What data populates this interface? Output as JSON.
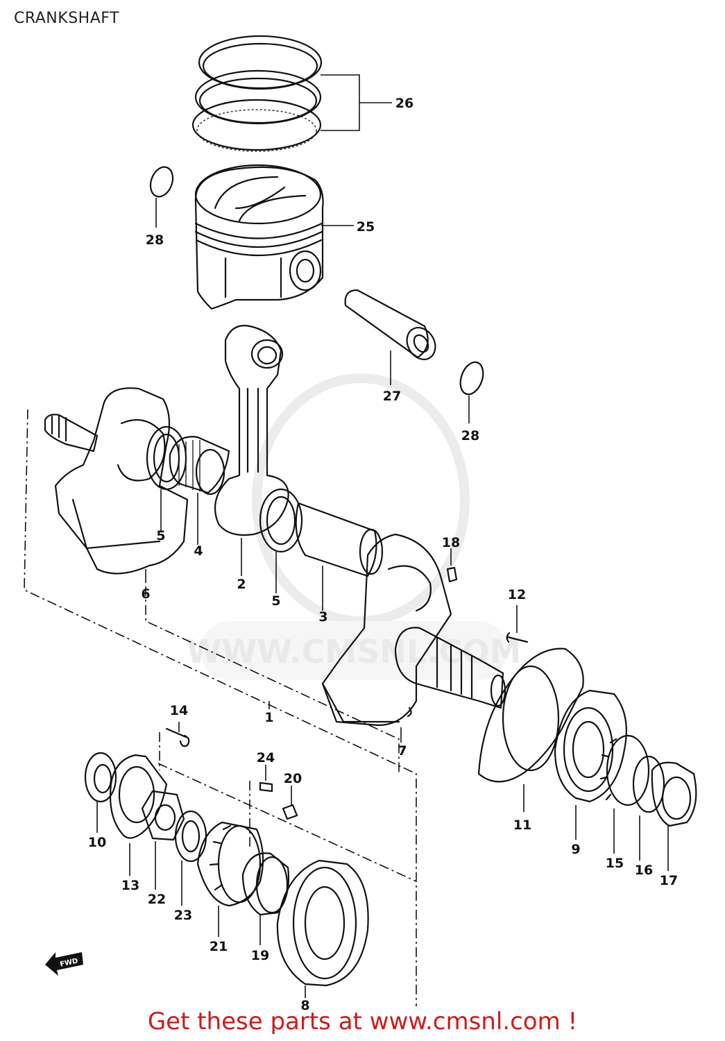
{
  "page": {
    "title": "CRANKSHAFT",
    "footer_text": "Get these parts at www.cmsnl.com !",
    "watermark_text": "WWW.CMSNL.COM",
    "fwd_label": "FWD"
  },
  "callouts": {
    "c1": "1",
    "c2": "2",
    "c3": "3",
    "c4": "4",
    "c5a": "5",
    "c5b": "5",
    "c6": "6",
    "c7": "7",
    "c8": "8",
    "c9": "9",
    "c10": "10",
    "c11": "11",
    "c12": "12",
    "c13": "13",
    "c14": "14",
    "c15": "15",
    "c16": "16",
    "c17": "17",
    "c18": "18",
    "c19": "19",
    "c20": "20",
    "c21": "21",
    "c22": "22",
    "c23": "23",
    "c24": "24",
    "c25": "25",
    "c26": "26",
    "c27": "27",
    "c28a": "28",
    "c28b": "28"
  },
  "colors": {
    "ink": "#111111",
    "footer": "#d11a1a",
    "watermark": "#e9e9e9"
  }
}
